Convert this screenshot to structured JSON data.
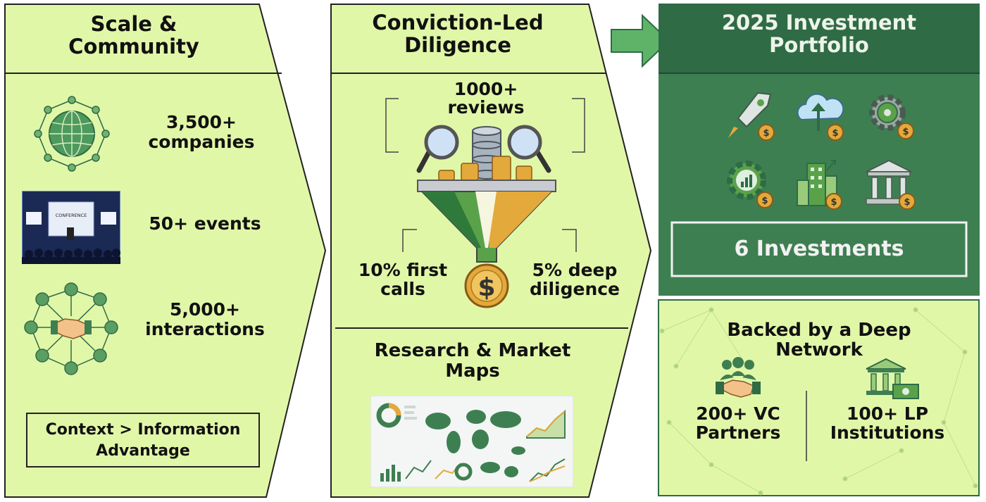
{
  "panel1": {
    "title_line1": "Scale &",
    "title_line2": "Community",
    "stats": [
      {
        "value": "3,500+",
        "label": "companies",
        "icon": "globe-network-icon"
      },
      {
        "value": "50+ events",
        "label": "",
        "icon": "conference-photo"
      },
      {
        "value": "5,000+",
        "label": "interactions",
        "icon": "handshake-network-icon"
      }
    ],
    "conference_screen_text": "CONFERENCE",
    "box_line1": "Context > Information",
    "box_line2": "Advantage"
  },
  "panel2": {
    "title_line1": "Conviction-Led",
    "title_line2": "Diligence",
    "reviews_line1": "1000+",
    "reviews_line2": "reviews",
    "first_calls_line1": "10% first",
    "first_calls_line2": "calls",
    "deep_line1": "5% deep",
    "deep_line2": "diligence",
    "research_line1": "Research & Market",
    "research_line2": "Maps",
    "dollar_symbol": "$"
  },
  "panel3": {
    "title_line1": "2025 Investment",
    "title_line2": "Portfolio",
    "icons": [
      "rocket-dollar-icon",
      "cloud-upload-dollar-icon",
      "gear-dollar-icon",
      "gear-chart-dollar-icon",
      "buildings-dollar-icon",
      "bank-dollar-icon"
    ],
    "investments": "6 Investments"
  },
  "panel4": {
    "title_line1": "Backed by a Deep",
    "title_line2": "Network",
    "vc_line1": "200+ VC",
    "vc_line2": "Partners",
    "lp_line1": "100+ LP",
    "lp_line2": "Institutions"
  },
  "colors": {
    "panel_light": "#e1f7a8",
    "border": "#222222",
    "dark_green": "#2f6b45",
    "mid_green": "#3e7f52",
    "arrow_green": "#5fb368",
    "gold": "#e4a93b"
  }
}
